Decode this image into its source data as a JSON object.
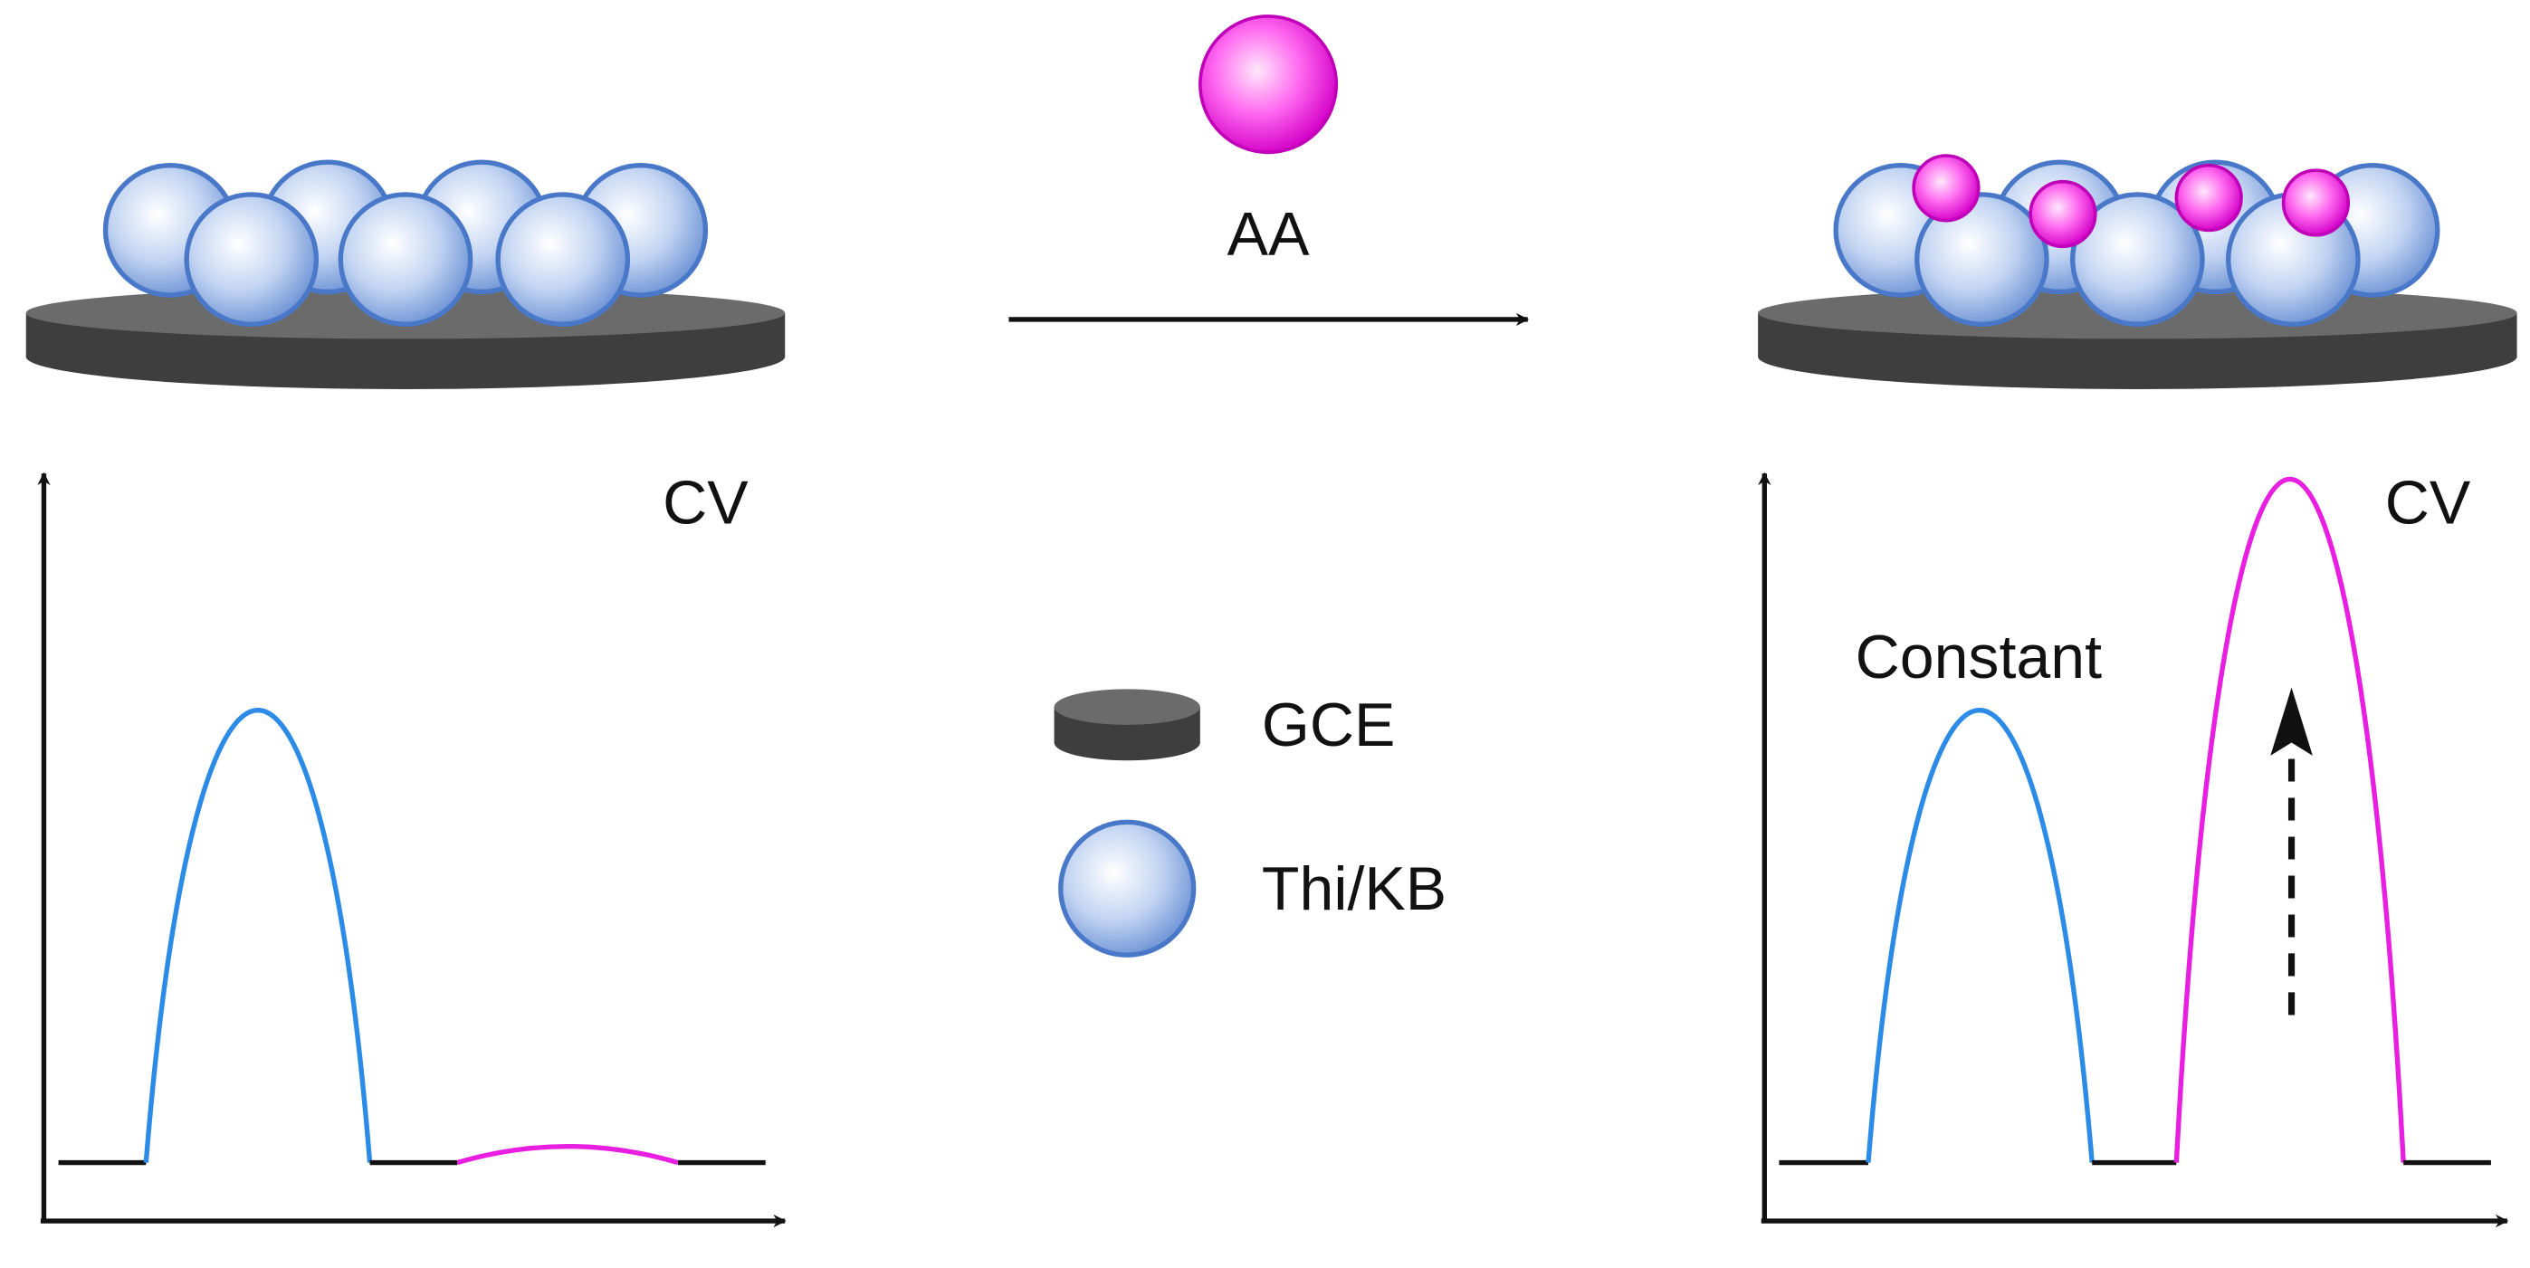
{
  "reagent": {
    "label": "AA",
    "color": "#e81ee0"
  },
  "left_panel": {
    "plot_label": "CV"
  },
  "right_panel": {
    "plot_label": "CV",
    "annotation": "Constant"
  },
  "legend": {
    "items": [
      {
        "label": "GCE",
        "icon": "electrode-disk-icon"
      },
      {
        "label": "Thi/KB",
        "icon": "blue-sphere-icon"
      }
    ]
  },
  "colors": {
    "thi_kb_peak": "#2b8be6",
    "aa_peak": "#e81ee0",
    "electrode": "#4a4a4a",
    "sphere_edge": "#4a78c8"
  }
}
